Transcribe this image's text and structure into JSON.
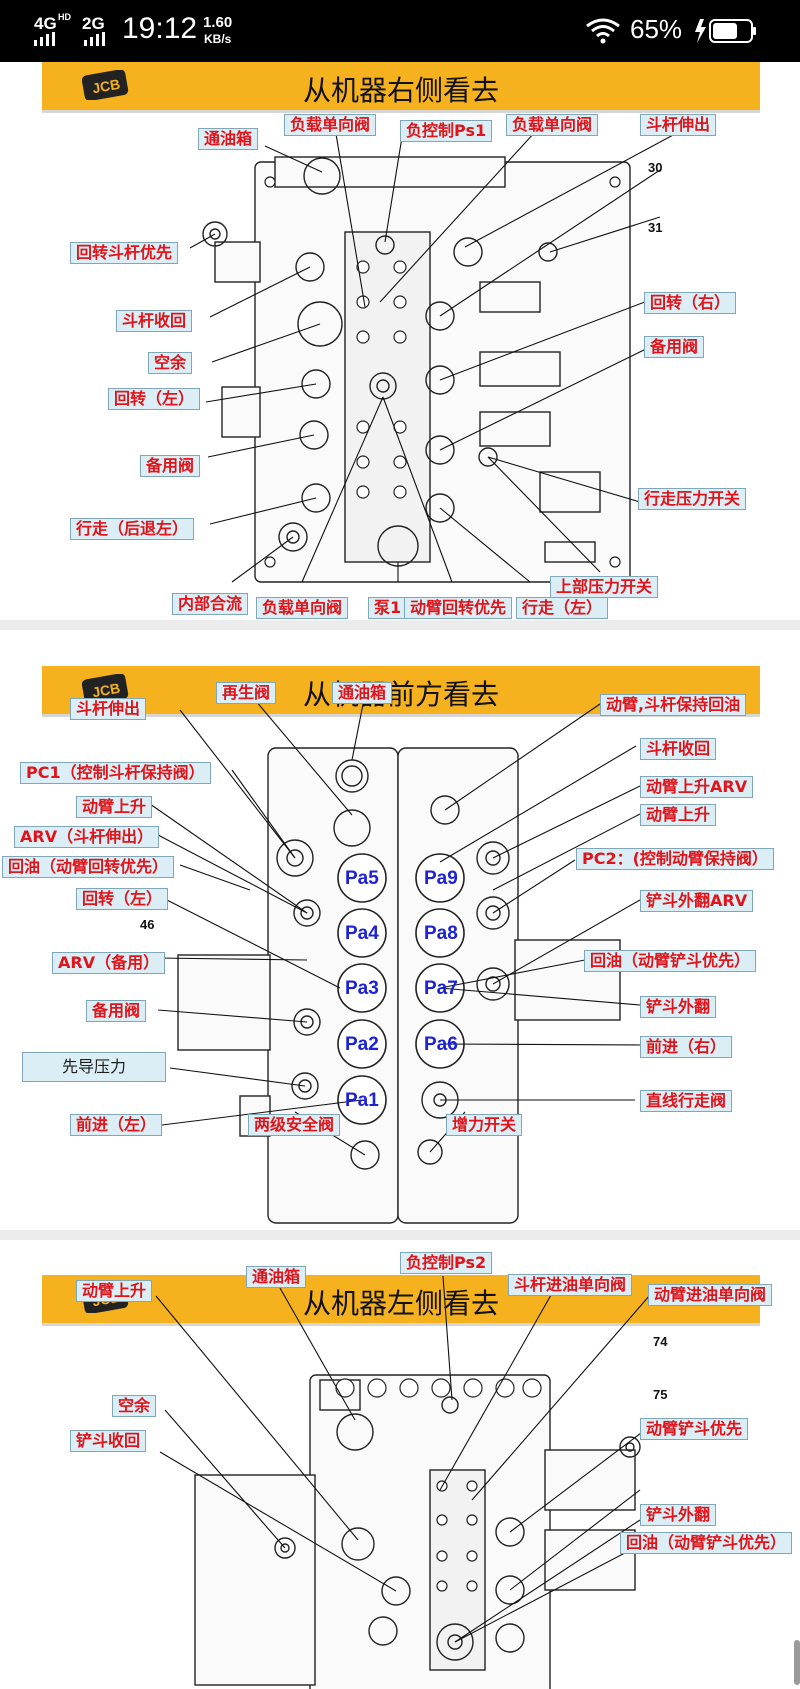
{
  "status_bar": {
    "network1": "4G",
    "network1_sup": "HD",
    "network2": "2G",
    "time": "19:12",
    "speed_value": "1.60",
    "speed_unit": "KB/s",
    "battery": "65%"
  },
  "panels": [
    {
      "title": "从机器右侧看去",
      "labels": [
        "通油箱",
        "负载单向阀",
        "负控制Ps1",
        "负载单向阀",
        "斗杆伸出",
        "回转斗杆优先",
        "斗杆收回",
        "空余",
        "回转（左）",
        "备用阀",
        "行走（后退左）",
        "内部合流",
        "负载单向阀",
        "泵1",
        "动臂回转优先",
        "行走（左）",
        "上部压力开关",
        "行走压力开关",
        "备用阀",
        "回转（右）"
      ],
      "numbers": [
        "30",
        "31"
      ]
    },
    {
      "title": "从机器前方看去",
      "labels": [
        "再生阀",
        "通油箱",
        "斗杆伸出",
        "PC1（控制斗杆保持阀）",
        "动臂上升",
        "ARV（斗杆伸出）",
        "回油（动臂回转优先）",
        "回转（左）",
        "ARV（备用）",
        "备用阀",
        "先导压力",
        "前进（左）",
        "两级安全阀",
        "增力开关",
        "动臂,斗杆保持回油",
        "斗杆收回",
        "动臂上升ARV",
        "动臂上升",
        "PC2：(控制动臂保持阀）",
        "铲斗外翻ARV",
        "回油（动臂铲斗优先）",
        "铲斗外翻",
        "前进（右）",
        "直线行走阀"
      ],
      "pa_labels": [
        "Pa5",
        "Pa4",
        "Pa3",
        "Pa2",
        "Pa1",
        "Pa9",
        "Pa8",
        "Pa7",
        "Pa6"
      ],
      "numbers": [
        "46"
      ]
    },
    {
      "title": "从机器左侧看去",
      "labels": [
        "动臂上升",
        "通油箱",
        "负控制Ps2",
        "斗杆进油单向阀",
        "动臂进油单向阀",
        "空余",
        "铲斗收回",
        "动臂铲斗优先",
        "铲斗外翻",
        "回油（动臂铲斗优先）"
      ],
      "numbers": [
        "74",
        "75"
      ]
    }
  ],
  "logo_text": "JCB",
  "colors": {
    "banner": "#f5b21e",
    "label_text": "#e0141b",
    "label_bg": "#dbeef5",
    "pa_text": "#1b22d8"
  }
}
